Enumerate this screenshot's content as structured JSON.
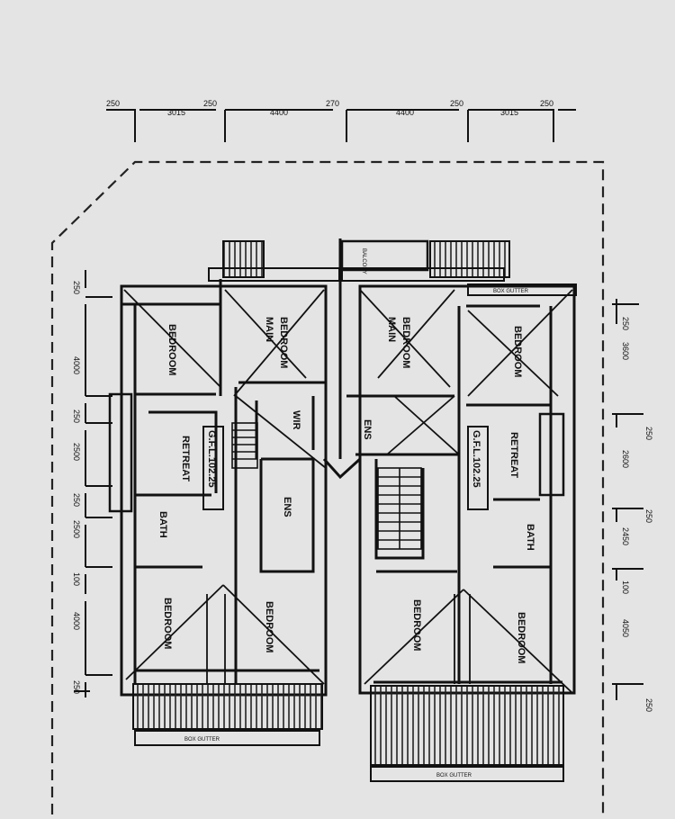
{
  "dimensions": {
    "top": [
      "250",
      "3015",
      "250",
      "4400",
      "270",
      "4400",
      "250",
      "3015",
      "250"
    ],
    "left": [
      "250",
      "4000",
      "250",
      "2500",
      "250",
      "2500",
      "100",
      "4000",
      "250"
    ],
    "right": [
      "250",
      "3600",
      "250",
      "2600",
      "250",
      "2450",
      "100",
      "4050",
      "250"
    ]
  },
  "rooms": {
    "bedroom_left_top": "BEDROOM",
    "bedroom_main_left_a": "BEDROOM",
    "bedroom_main_left_b": "MAIN",
    "bedroom_main_right_a": "BEDROOM",
    "bedroom_main_right_b": "MAIN",
    "bedroom_right_top": "BEDROOM",
    "retreat_left": "RETREAT",
    "retreat_right": "RETREAT",
    "wir": "WIR",
    "ens_upper": "ENS",
    "ens_lower": "ENS",
    "bath_left": "BATH",
    "bath_right": "BATH",
    "bedroom_left_bottom": "BEDROOM",
    "bedroom_mid_left_bottom": "BEDROOM",
    "bedroom_mid_right_bottom": "BEDROOM",
    "bedroom_right_bottom": "BEDROOM"
  },
  "levels": {
    "left": "G.F.L.102.25",
    "right": "G.F.L.102.25"
  },
  "labels": {
    "box_gutter_top": "BOX GUTTER",
    "box_gutter_bottom_left": "BOX GUTTER",
    "box_gutter_bottom_right": "BOX GUTTER",
    "balcony": "BALCONY"
  }
}
